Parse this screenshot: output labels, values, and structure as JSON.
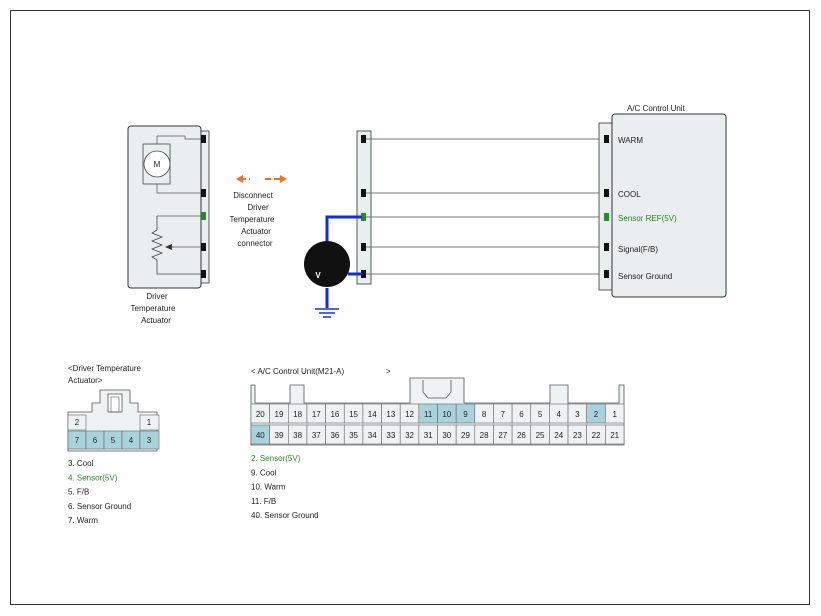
{
  "actuator": {
    "motor_symbol": "M",
    "label_line1": "Driver",
    "label_line2": "Temperature",
    "label_line3": "Actuator"
  },
  "disconnect": {
    "line1": "Disconnect",
    "line2": "Driver",
    "line3": "Temperature",
    "line4": "Actuator",
    "line5": "connector",
    "arrow_color": "#f07020"
  },
  "voltmeter": {
    "symbol": "V",
    "lead_color": "#1030d0"
  },
  "acu": {
    "title": "A/C Control Unit",
    "terminals": [
      "WARM",
      "COOL",
      "Sensor REF(5V)",
      "Signal(F/B)",
      "Sensor Ground"
    ],
    "highlight_color": "#2a8a2a"
  },
  "driver_connector": {
    "title_line1": "<Driver Temperature",
    "title_line2": "Actuator>",
    "top_row": [
      "2",
      "",
      "",
      "",
      "1"
    ],
    "bottom_row": [
      "7",
      "6",
      "5",
      "4",
      "3"
    ],
    "highlighted": [
      "7",
      "6",
      "5",
      "4",
      "3"
    ],
    "legend": [
      {
        "text": "3. Cool",
        "highlight": false
      },
      {
        "text": "4. Sensor(5V)",
        "highlight": true
      },
      {
        "text": "5. F/B",
        "highlight": false
      },
      {
        "text": "6. Sensor Ground",
        "highlight": false
      },
      {
        "text": "7. Warm",
        "highlight": false
      }
    ]
  },
  "acu_connector": {
    "title": "< A/C Control Unit(M21-A)",
    "title_close": ">",
    "top_row": [
      "20",
      "19",
      "18",
      "17",
      "16",
      "15",
      "14",
      "13",
      "12",
      "11",
      "10",
      "9",
      "8",
      "7",
      "6",
      "5",
      "4",
      "3",
      "2",
      "1"
    ],
    "bottom_row": [
      "40",
      "39",
      "38",
      "37",
      "36",
      "35",
      "34",
      "33",
      "32",
      "31",
      "30",
      "29",
      "28",
      "27",
      "26",
      "25",
      "24",
      "23",
      "22",
      "21"
    ],
    "highlighted": [
      "11",
      "10",
      "9",
      "2",
      "40"
    ],
    "legend": [
      {
        "text": "2. Sensor(5V)",
        "highlight": true
      },
      {
        "text": "9. Cool",
        "highlight": false
      },
      {
        "text": "10. Warm",
        "highlight": false
      },
      {
        "text": "11. F/B",
        "highlight": false
      },
      {
        "text": "40. Sensor Ground",
        "highlight": false
      }
    ]
  },
  "colors": {
    "pin_highlight": "#a9d3dc",
    "pin_normal": "#eef2f3",
    "wire": "#777777"
  }
}
